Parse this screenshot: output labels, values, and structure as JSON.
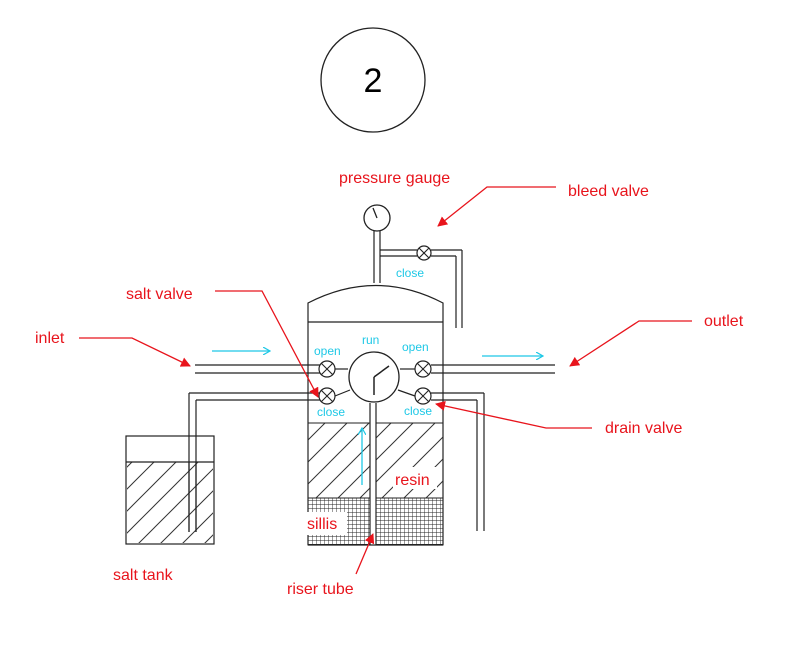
{
  "step_number": "2",
  "labels": {
    "pressure_gauge": "pressure gauge",
    "bleed_valve": "bleed valve",
    "salt_valve": "salt valve",
    "inlet": "inlet",
    "outlet": "outlet",
    "drain_valve": "drain valve",
    "salt_tank": "salt tank",
    "riser_tube": "riser tube",
    "resin": "resin",
    "sillis": "sillis"
  },
  "valve_states": {
    "bleed": "close",
    "inlet": "open",
    "outlet": "open",
    "salt": "close",
    "drain": "close"
  },
  "control": {
    "run": "run"
  },
  "colors": {
    "label": "#e8141c",
    "state": "#1ec8e6",
    "line": "#222222"
  }
}
